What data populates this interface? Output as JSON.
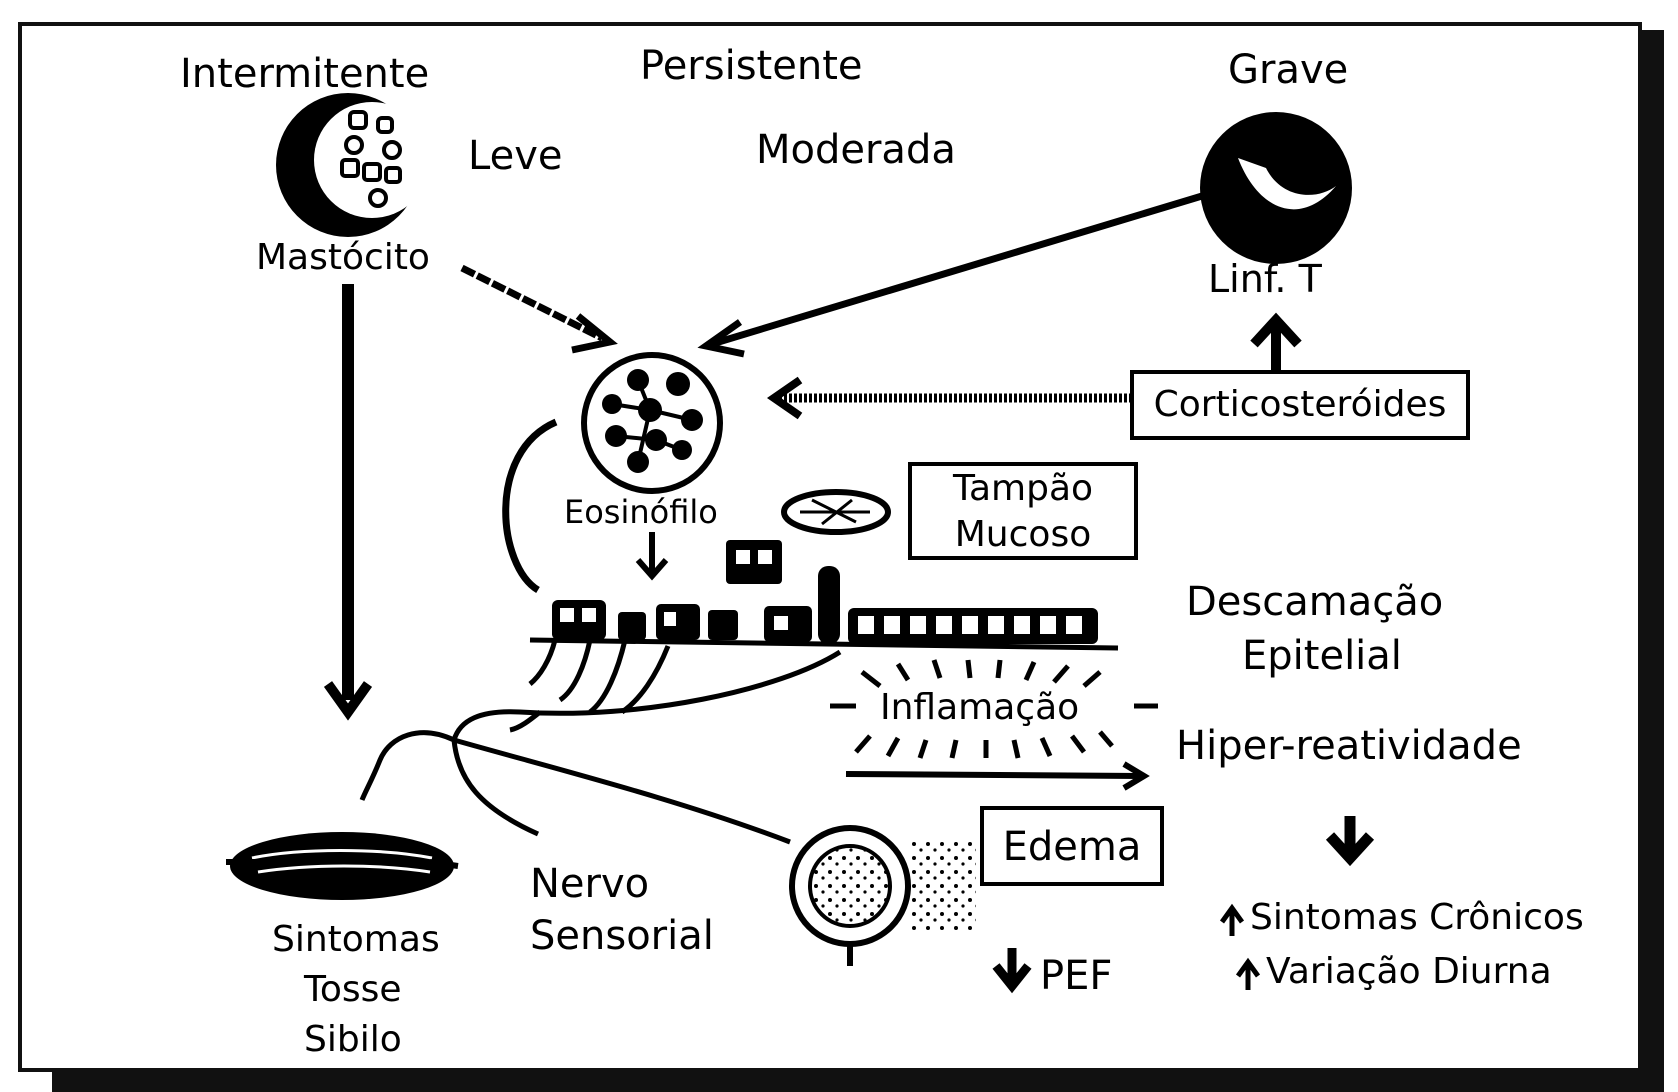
{
  "severity": {
    "intermittent": "Intermitente",
    "persistent": "Persistente",
    "severe": "Grave",
    "mild": "Leve",
    "moderate": "Moderada"
  },
  "cells": {
    "mast_cell": "Mastócito",
    "t_lymphocyte": "Linf. T",
    "eosinophil": "Eosinófilo"
  },
  "boxes": {
    "corticosteroids": "Corticosteróides",
    "mucous_plug_line1": "Tampão",
    "mucous_plug_line2": "Mucoso",
    "edema": "Edema"
  },
  "effects": {
    "epithelial_desquamation_line1": "Descamação",
    "epithelial_desquamation_line2": "Epitelial",
    "inflammation": "Inflamação",
    "hyperreactivity": "Hiper-reatividade",
    "sensory_nerve_line1": "Nervo",
    "sensory_nerve_line2": "Sensorial",
    "symptoms_line1": "Sintomas",
    "symptoms_line2": "Tosse",
    "symptoms_line3": "Sibilo",
    "pef": "PEF",
    "chronic_symptoms": "Sintomas Crônicos",
    "diurnal_variation": "Variação Diurna"
  }
}
